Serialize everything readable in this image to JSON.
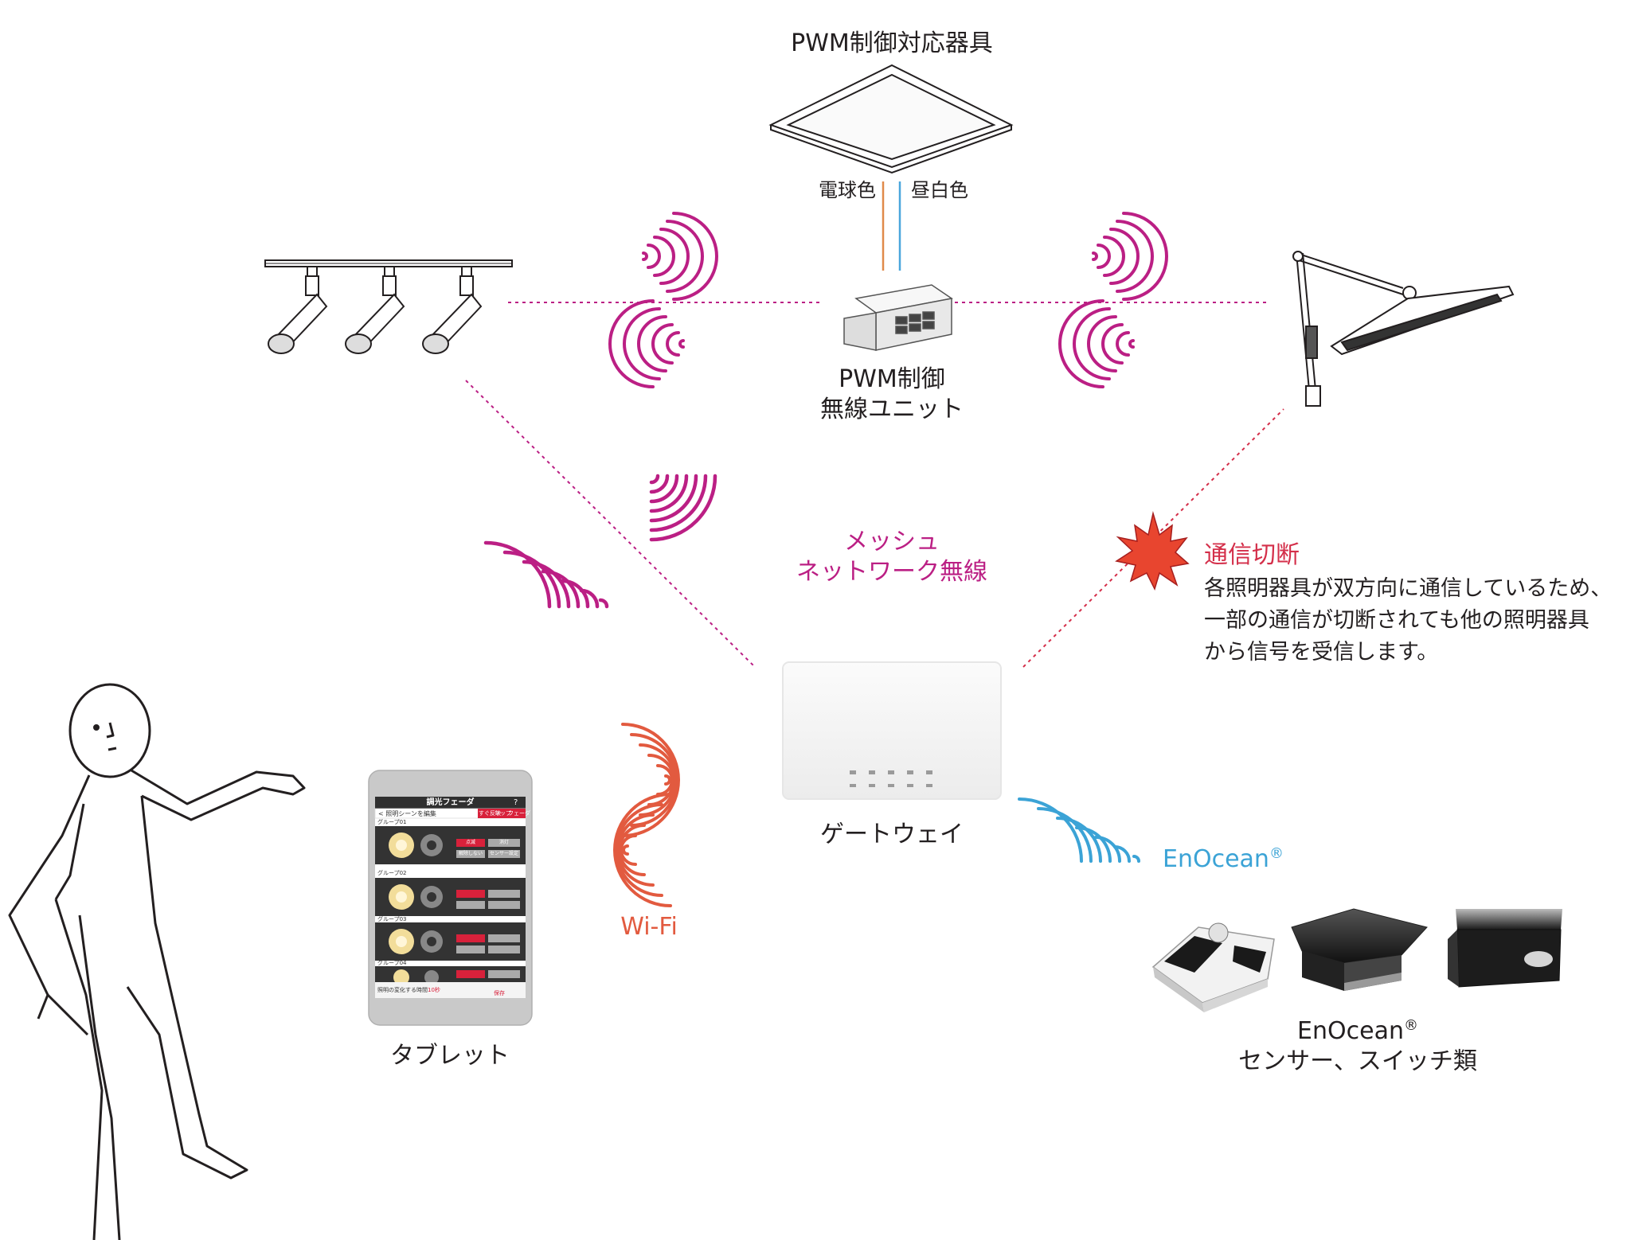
{
  "labels": {
    "pwm_fixture": "PWM制御対応器具",
    "warm_white": "電球色",
    "day_white": "昼白色",
    "pwm_unit_line1": "PWM制御",
    "pwm_unit_line2": "無線ユニット",
    "mesh_line1": "メッシュ",
    "mesh_line2": "ネットワーク無線",
    "gateway": "ゲートウェイ",
    "tablet": "タブレット",
    "wifi": "Wi-Fi",
    "enocean_name": "EnOcean",
    "enocean_reg": "®",
    "enocean_devices_line1_name": "EnOcean",
    "enocean_devices_line1_reg": "®",
    "enocean_devices_line2": "センサー、スイッチ類"
  },
  "comm_cut": {
    "title": "通信切断",
    "lines": [
      "各照明器具が双方向に通信しているため、",
      "一部の通信が切断されても他の照明器具",
      "から信号を受信します。"
    ]
  },
  "tablet_screen": {
    "header": "調光フェーダ",
    "help": "?",
    "breadcrumb": "< 照明シーンを編集",
    "tabs": [
      "すぐ反映",
      "マップ",
      "フェーダ"
    ],
    "groups": [
      "グループ01",
      "グループ02",
      "グループ03",
      "グループ04"
    ],
    "buttons_red": "点滅",
    "buttons_grey_top": "消灯",
    "buttons_grey_mid": "解除しない",
    "buttons_grey_right": "センサー設定",
    "footer_text": "照明の変化する時間",
    "footer_value": "10秒",
    "footer_button": "保存"
  },
  "colors": {
    "mesh": "#bb1f84",
    "wifi": "#e25a3f",
    "enocean": "#3ba3d6",
    "warm_wire": "#e08a4a",
    "day_wire": "#4aa6dc",
    "burst": "#e8452f"
  }
}
